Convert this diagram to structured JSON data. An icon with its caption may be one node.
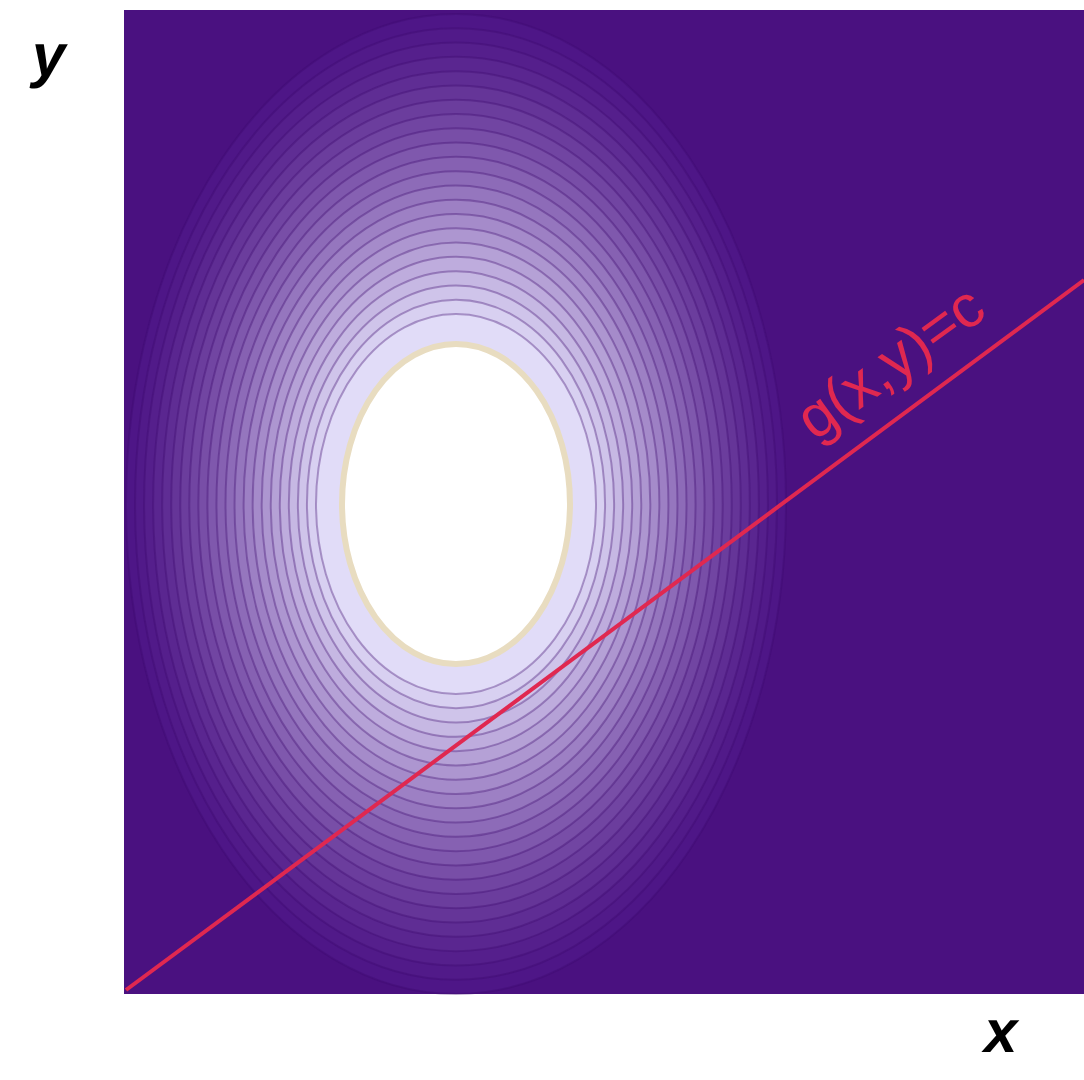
{
  "diagram": {
    "labels": [
      "y",
      "x",
      "g(x,y)=c"
    ]
  }
}
